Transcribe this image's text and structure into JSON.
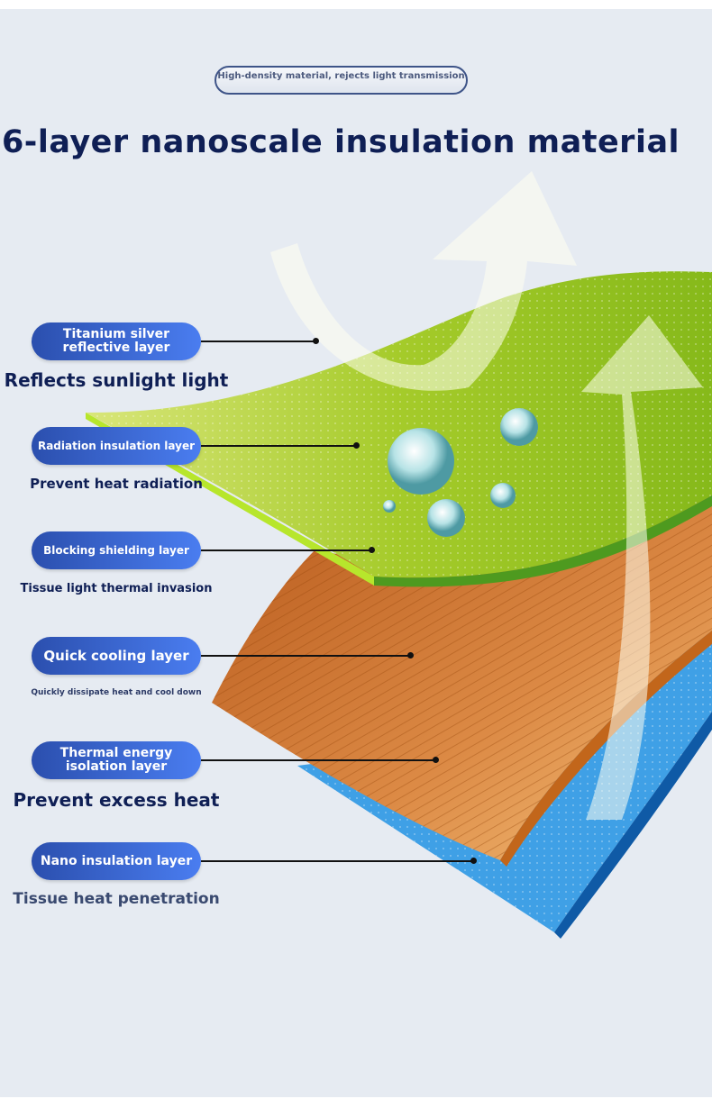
{
  "header": {
    "badge": "High-density material, rejects light transmission",
    "title": "6-layer nanoscale insulation material"
  },
  "layers": [
    {
      "label": "Titanium silver reflective layer",
      "caption": "Reflects sunlight light"
    },
    {
      "label": "Radiation insulation layer",
      "caption": "Prevent heat radiation"
    },
    {
      "label": "Blocking shielding layer",
      "caption": "Tissue light thermal invasion"
    },
    {
      "label": "Quick cooling layer",
      "caption": "Quickly dissipate heat and cool down"
    },
    {
      "label": "Thermal energy isolation layer",
      "caption": "Prevent excess heat"
    },
    {
      "label": "Nano insulation layer",
      "caption": "Tissue heat penetration"
    }
  ],
  "colors": {
    "green": "#8fc21f",
    "orange": "#d9772a",
    "blue": "#2a86d6",
    "pill": "#3a66d8",
    "title": "#0f1f55"
  }
}
